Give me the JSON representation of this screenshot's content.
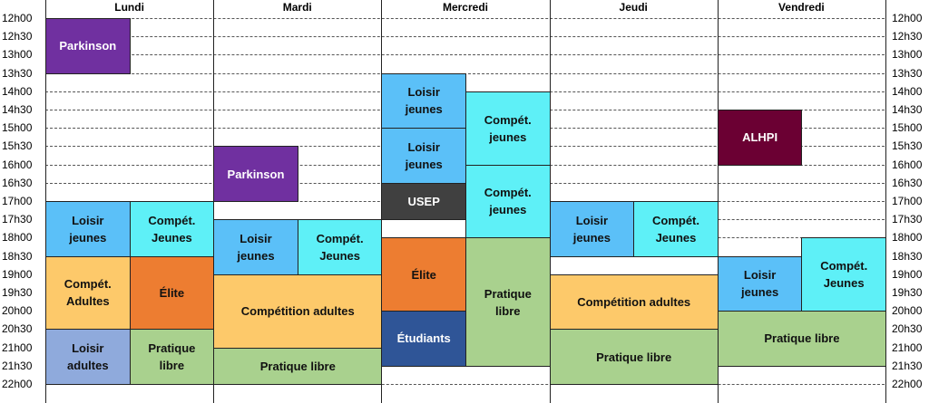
{
  "days": [
    "Lundi",
    "Mardi",
    "Mercredi",
    "Jeudi",
    "Vendredi"
  ],
  "times": [
    "12h00",
    "12h30",
    "13h00",
    "13h30",
    "14h00",
    "14h30",
    "15h00",
    "15h30",
    "16h00",
    "16h30",
    "17h00",
    "17h30",
    "18h00",
    "18h30",
    "19h00",
    "19h30",
    "20h00",
    "20h30",
    "21h00",
    "21h30",
    "22h00"
  ],
  "colors": {
    "purple": "#7030a0",
    "blue": "#5bc0f8",
    "cyan": "#5ef0f7",
    "yellow": "#fdc96a",
    "orange": "#ed7d31",
    "green": "#a9d18e",
    "lavender": "#8faadc",
    "darkgray": "#404040",
    "navy": "#2f5597",
    "maroon": "#6b0033"
  },
  "sessions": [
    {
      "id": "lun-parkinson",
      "label": "Parkinson",
      "day": 0,
      "sub": 0,
      "subs": 2,
      "start": "12h00",
      "end": "13h30",
      "color": "purple",
      "text": "light"
    },
    {
      "id": "lun-loisir-jeunes",
      "label": "Loisir\njeunes",
      "day": 0,
      "sub": 0,
      "subs": 2,
      "start": "17h00",
      "end": "18h30",
      "color": "blue",
      "text": "dark"
    },
    {
      "id": "lun-compet-jeunes",
      "label": "Compét.\nJeunes",
      "day": 0,
      "sub": 1,
      "subs": 2,
      "start": "17h00",
      "end": "18h30",
      "color": "cyan",
      "text": "dark"
    },
    {
      "id": "lun-compet-adultes",
      "label": "Compét.\nAdultes",
      "day": 0,
      "sub": 0,
      "subs": 2,
      "start": "18h30",
      "end": "20h30",
      "color": "yellow",
      "text": "dark"
    },
    {
      "id": "lun-elite",
      "label": "Élite",
      "day": 0,
      "sub": 1,
      "subs": 2,
      "start": "18h30",
      "end": "20h30",
      "color": "orange",
      "text": "dark"
    },
    {
      "id": "lun-loisir-adultes",
      "label": "Loisir\nadultes",
      "day": 0,
      "sub": 0,
      "subs": 2,
      "start": "20h30",
      "end": "22h00",
      "color": "lavender",
      "text": "dark"
    },
    {
      "id": "lun-pratique-libre",
      "label": "Pratique\nlibre",
      "day": 0,
      "sub": 1,
      "subs": 2,
      "start": "20h30",
      "end": "22h00",
      "color": "green",
      "text": "dark"
    },
    {
      "id": "mar-parkinson",
      "label": "Parkinson",
      "day": 1,
      "sub": 0,
      "subs": 2,
      "start": "15h30",
      "end": "17h00",
      "color": "purple",
      "text": "light"
    },
    {
      "id": "mar-loisir-jeunes",
      "label": "Loisir\njeunes",
      "day": 1,
      "sub": 0,
      "subs": 2,
      "start": "17h30",
      "end": "19h00",
      "color": "blue",
      "text": "dark"
    },
    {
      "id": "mar-compet-jeunes",
      "label": "Compét.\nJeunes",
      "day": 1,
      "sub": 1,
      "subs": 2,
      "start": "17h30",
      "end": "19h00",
      "color": "cyan",
      "text": "dark"
    },
    {
      "id": "mar-competition-adultes",
      "label": "Compétition adultes",
      "day": 1,
      "sub": 0,
      "subs": 1,
      "start": "19h00",
      "end": "21h00",
      "color": "yellow",
      "text": "dark"
    },
    {
      "id": "mar-pratique-libre",
      "label": "Pratique libre",
      "day": 1,
      "sub": 0,
      "subs": 1,
      "start": "21h00",
      "end": "22h00",
      "color": "green",
      "text": "dark"
    },
    {
      "id": "mer-loisir-jeunes-1",
      "label": "Loisir\njeunes",
      "day": 2,
      "sub": 0,
      "subs": 2,
      "start": "13h30",
      "end": "15h00",
      "color": "blue",
      "text": "dark"
    },
    {
      "id": "mer-loisir-jeunes-2",
      "label": "Loisir\njeunes",
      "day": 2,
      "sub": 0,
      "subs": 2,
      "start": "15h00",
      "end": "16h30",
      "color": "blue",
      "text": "dark"
    },
    {
      "id": "mer-usep",
      "label": "USEP",
      "day": 2,
      "sub": 0,
      "subs": 2,
      "start": "16h30",
      "end": "17h30",
      "color": "darkgray",
      "text": "light"
    },
    {
      "id": "mer-elite",
      "label": "Élite",
      "day": 2,
      "sub": 0,
      "subs": 2,
      "start": "18h00",
      "end": "20h00",
      "color": "orange",
      "text": "dark"
    },
    {
      "id": "mer-etudiants",
      "label": "Étudiants",
      "day": 2,
      "sub": 0,
      "subs": 2,
      "start": "20h00",
      "end": "21h30",
      "color": "navy",
      "text": "light"
    },
    {
      "id": "mer-compet-jeunes-1",
      "label": "Compét.\njeunes",
      "day": 2,
      "sub": 1,
      "subs": 2,
      "start": "14h00",
      "end": "16h00",
      "color": "cyan",
      "text": "dark"
    },
    {
      "id": "mer-compet-jeunes-2",
      "label": "Compét.\njeunes",
      "day": 2,
      "sub": 1,
      "subs": 2,
      "start": "16h00",
      "end": "18h00",
      "color": "cyan",
      "text": "dark"
    },
    {
      "id": "mer-pratique-libre",
      "label": "Pratique\nlibre",
      "day": 2,
      "sub": 1,
      "subs": 2,
      "start": "18h00",
      "end": "21h30",
      "color": "green",
      "text": "dark"
    },
    {
      "id": "jeu-loisir-jeunes",
      "label": "Loisir\njeunes",
      "day": 3,
      "sub": 0,
      "subs": 2,
      "start": "17h00",
      "end": "18h30",
      "color": "blue",
      "text": "dark"
    },
    {
      "id": "jeu-compet-jeunes",
      "label": "Compét.\nJeunes",
      "day": 3,
      "sub": 1,
      "subs": 2,
      "start": "17h00",
      "end": "18h30",
      "color": "cyan",
      "text": "dark"
    },
    {
      "id": "jeu-competition-adultes",
      "label": "Compétition adultes",
      "day": 3,
      "sub": 0,
      "subs": 1,
      "start": "19h00",
      "end": "20h30",
      "color": "yellow",
      "text": "dark"
    },
    {
      "id": "jeu-pratique-libre",
      "label": "Pratique libre",
      "day": 3,
      "sub": 0,
      "subs": 1,
      "start": "20h30",
      "end": "22h00",
      "color": "green",
      "text": "dark"
    },
    {
      "id": "ven-alhpi",
      "label": "ALHPI",
      "day": 4,
      "sub": 0,
      "subs": 2,
      "start": "14h30",
      "end": "16h00",
      "color": "maroon",
      "text": "light"
    },
    {
      "id": "ven-loisir-jeunes",
      "label": "Loisir\njeunes",
      "day": 4,
      "sub": 0,
      "subs": 2,
      "start": "18h30",
      "end": "20h00",
      "color": "blue",
      "text": "dark"
    },
    {
      "id": "ven-compet-jeunes",
      "label": "Compét.\nJeunes",
      "day": 4,
      "sub": 1,
      "subs": 2,
      "start": "18h00",
      "end": "20h00",
      "color": "cyan",
      "text": "dark"
    },
    {
      "id": "ven-pratique-libre",
      "label": "Pratique libre",
      "day": 4,
      "sub": 0,
      "subs": 1,
      "start": "20h00",
      "end": "21h30",
      "color": "green",
      "text": "dark"
    }
  ]
}
